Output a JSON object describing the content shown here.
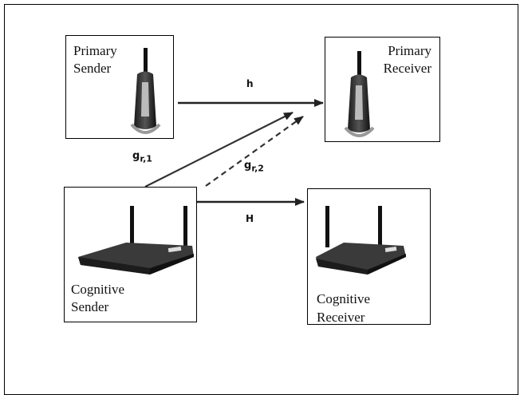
{
  "nodes": {
    "primary_sender": {
      "line1": "Primary",
      "line2": "Sender",
      "icon": "wireless-adapter-icon"
    },
    "primary_receiver": {
      "line1": "Primary",
      "line2": "Receiver",
      "icon": "wireless-adapter-icon"
    },
    "cognitive_sender": {
      "line1": "Cognitive",
      "line2": "Sender",
      "icon": "wireless-router-icon"
    },
    "cognitive_receiver": {
      "line1": "Cognitive",
      "line2": "Receiver",
      "icon": "wireless-router-icon"
    }
  },
  "edges": {
    "h": {
      "label": "h"
    },
    "H": {
      "label": "H"
    },
    "g_r1": {
      "base": "g",
      "sub": "r,1"
    },
    "g_r2": {
      "base": "g",
      "sub": "r,2"
    }
  },
  "colors": {
    "border": "#000000",
    "arrow": "#222222"
  }
}
